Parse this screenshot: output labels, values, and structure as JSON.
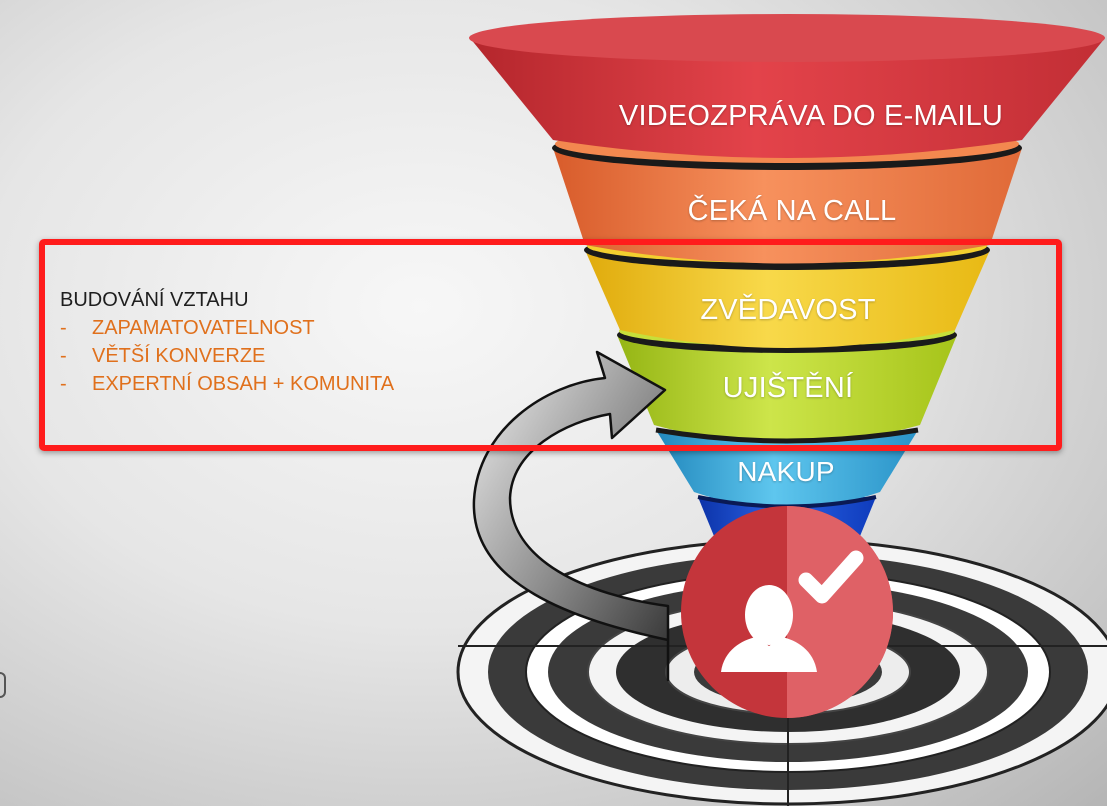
{
  "funnel": {
    "stages": [
      {
        "label": "VIDEOZPRÁVA DO E-MAILU",
        "color": "#d8393e"
      },
      {
        "label": "ČEKÁ NA CALL",
        "color": "#ef7a45"
      },
      {
        "label": "ZVĚDAVOST",
        "color": "#f0c71a"
      },
      {
        "label": "UJIŠTĚNÍ",
        "color": "#b3d321"
      },
      {
        "label": "NAKUP",
        "color": "#34a8d8"
      }
    ]
  },
  "callout": {
    "title": "BUDOVÁNÍ VZTAHU",
    "dash": "-",
    "items": [
      "ZAPAMATOVATELNOST",
      "VĚTŠÍ KONVERZE",
      "EXPERTNÍ OBSAH + KOMUNITA"
    ],
    "item_color": "#e0701c",
    "box_color": "#ff1c1c"
  },
  "icons": [
    "target-icon",
    "user-icon",
    "checkmark-icon",
    "curved-arrow-icon"
  ]
}
